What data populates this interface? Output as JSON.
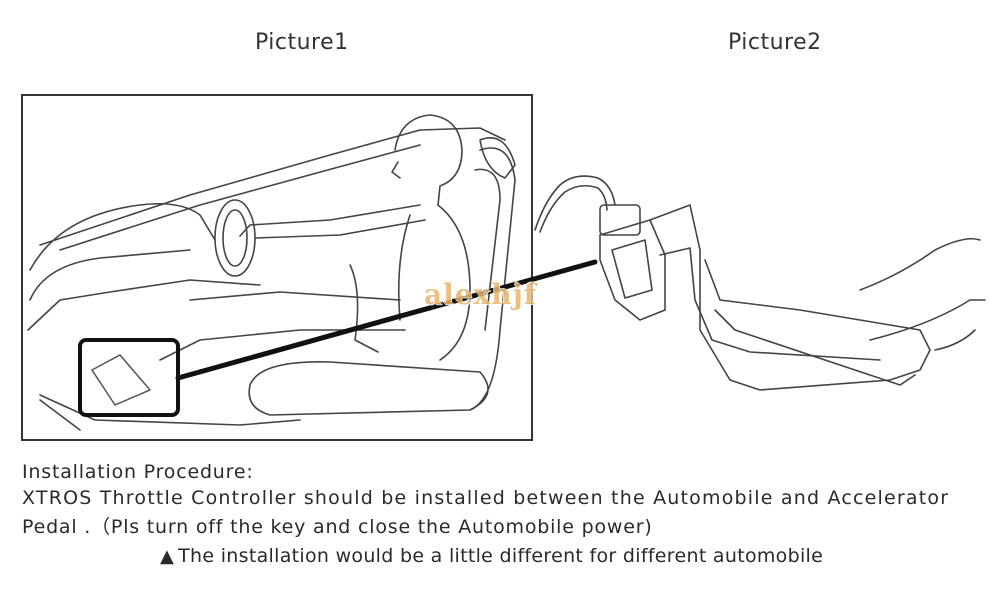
{
  "captions": {
    "picture1": "Picture1",
    "picture2": "Picture2"
  },
  "watermark": "alexhjf",
  "procedure": {
    "title": "Installation Procedure:",
    "line1": "XTROS Throttle Controller should be installed between the Automobile and Accelerator",
    "line2": "Pedal .（Pls turn off the key and close the Automobile power)"
  },
  "warning": {
    "icon": "warning-triangle-icon",
    "text": "The installation would be a little different for different automobile"
  }
}
